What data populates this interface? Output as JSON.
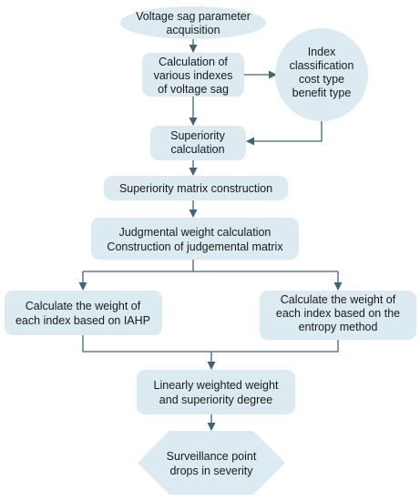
{
  "nodes": {
    "acquisition": {
      "lines": [
        "Voltage sag parameter",
        "acquisition"
      ]
    },
    "calc_indexes": {
      "lines": [
        "Calculation of",
        "various indexes",
        "of voltage sag"
      ]
    },
    "classification": {
      "lines": [
        "Index",
        "classification",
        "cost type",
        "benefit type"
      ]
    },
    "superiority": {
      "lines": [
        "Superiority",
        "calculation"
      ]
    },
    "matrix": {
      "lines": [
        "Superiority matrix construction"
      ]
    },
    "judgmental": {
      "lines": [
        "Judgmental weight calculation",
        "Construction of judgemental matrix"
      ]
    },
    "iahp": {
      "lines": [
        "Calculate the weight of",
        "each index based on IAHP"
      ]
    },
    "entropy": {
      "lines": [
        "Calculate the weight of",
        "each index based on the",
        "entropy method"
      ]
    },
    "linear": {
      "lines": [
        "Linearly weighted weight",
        "and superiority degree"
      ]
    },
    "surveillance": {
      "lines": [
        "Surveillance point",
        "drops in severity"
      ]
    }
  },
  "colors": {
    "box": "#dcebf1",
    "connector": "#3f6675",
    "text": "#1a1a1a"
  }
}
